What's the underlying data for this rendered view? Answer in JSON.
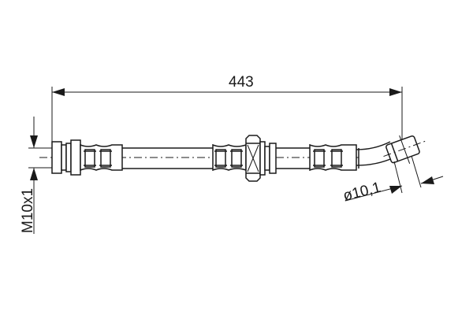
{
  "drawing": {
    "type": "brake hose technical drawing",
    "background": "#ffffff",
    "line_color": "#1a1a1a"
  },
  "dimensions": {
    "length": "443",
    "thread": "M10x1",
    "diameter": "ø10,1"
  }
}
